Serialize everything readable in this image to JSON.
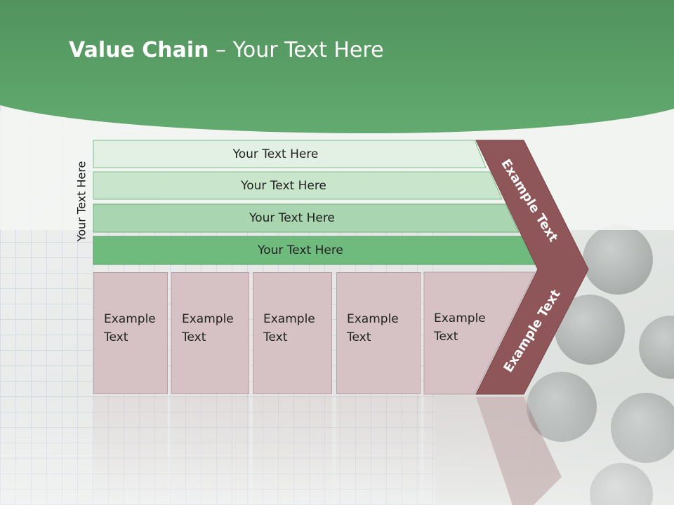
{
  "title": {
    "bold": "Value Chain",
    "rest": " – Your Text Here"
  },
  "diagram": {
    "side_label": "Your Text Here",
    "bars": [
      {
        "label": "Your Text Here",
        "color": "#e3f1e4"
      },
      {
        "label": "Your Text Here",
        "color": "#c9e6cd"
      },
      {
        "label": "Your Text Here",
        "color": "#a9d6b0"
      },
      {
        "label": "Your Text Here",
        "color": "#6fba7d"
      }
    ],
    "boxes": [
      {
        "line1": "Example",
        "line2": "Text"
      },
      {
        "line1": "Example",
        "line2": "Text"
      },
      {
        "line1": "Example",
        "line2": "Text"
      },
      {
        "line1": "Example",
        "line2": "Text"
      },
      {
        "line1": "Example",
        "line2": "Text"
      }
    ],
    "chevron_upper_label": "Example Text",
    "chevron_lower_label": "Example Text",
    "chevron_color": "#8e5658",
    "box_color": "#d6c2c4"
  }
}
